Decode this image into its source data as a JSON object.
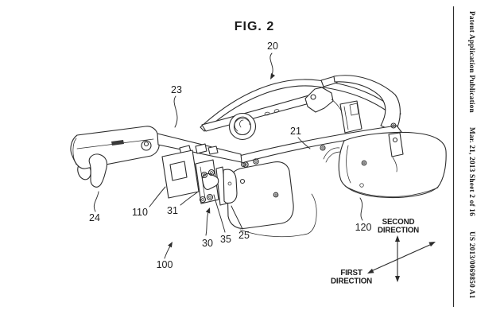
{
  "figure": {
    "title": "FIG. 2"
  },
  "sidebar": {
    "publication": "Patent Application Publication",
    "date_sheet": "Mar. 21, 2013  Sheet 2 of 16",
    "document_number": "US 2013/0069850 A1"
  },
  "reference_labels": {
    "headband": "20",
    "frame": "21",
    "temple_housing": "23",
    "earbud": "24",
    "left_lens": "25",
    "pivot": "30",
    "bracket": "31",
    "arm": "35",
    "device": "100",
    "camera_module": "110",
    "right_lens": "120"
  },
  "direction_indicator": {
    "second_direction": [
      "SECOND",
      "DIRECTION"
    ],
    "first_direction": [
      "FIRST",
      "DIRECTION"
    ]
  },
  "colors": {
    "ink": "#2c2c2c",
    "background": "#ffffff"
  }
}
